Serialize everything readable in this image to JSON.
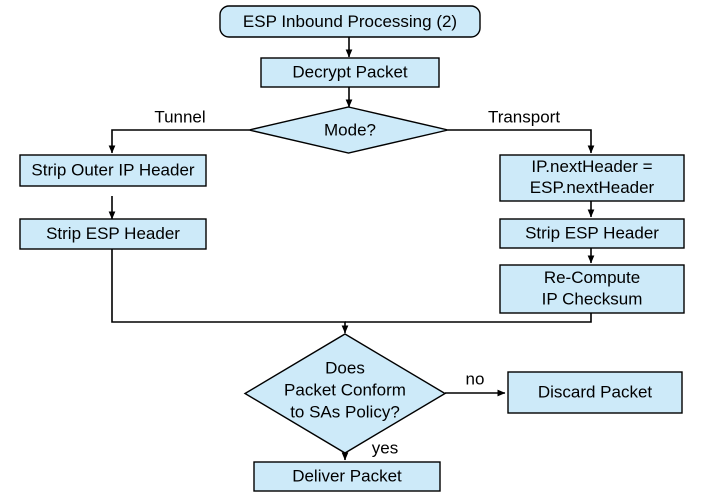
{
  "diagram": {
    "title": "ESP Inbound Processing (2)",
    "type": "flowchart",
    "palette": {
      "node_fill": "#cdeaf9",
      "node_stroke": "#000000",
      "edge_stroke": "#000000",
      "background": "#ffffff",
      "text": "#000000"
    },
    "nodes": [
      {
        "id": "start",
        "shape": "rounded-rectangle",
        "label": "ESP Inbound Processing (2)",
        "lines": [
          "ESP Inbound Processing (2)"
        ]
      },
      {
        "id": "decrypt",
        "shape": "rectangle",
        "label": "Decrypt Packet",
        "lines": [
          "Decrypt Packet"
        ]
      },
      {
        "id": "mode",
        "shape": "diamond",
        "label": "Mode?",
        "lines": [
          "Mode?"
        ]
      },
      {
        "id": "strip-outer-ip",
        "shape": "rectangle",
        "label": "Strip Outer IP Header",
        "lines": [
          "Strip Outer IP Header"
        ]
      },
      {
        "id": "strip-esp-left",
        "shape": "rectangle",
        "label": "Strip ESP Header",
        "lines": [
          "Strip ESP Header"
        ]
      },
      {
        "id": "next-header",
        "shape": "rectangle",
        "label": "IP.nextHeader = ESP.nextHeader",
        "lines": [
          "IP.nextHeader =",
          "ESP.nextHeader"
        ]
      },
      {
        "id": "strip-esp-right",
        "shape": "rectangle",
        "label": "Strip ESP Header",
        "lines": [
          "Strip ESP Header"
        ]
      },
      {
        "id": "recompute-checksum",
        "shape": "rectangle",
        "label": "Re-Compute IP Checksum",
        "lines": [
          "Re-Compute",
          "IP Checksum"
        ]
      },
      {
        "id": "conform",
        "shape": "diamond",
        "label": "Does Packet Conform to SAs Policy?",
        "lines": [
          "Does",
          "Packet Conform",
          "to SAs Policy?"
        ]
      },
      {
        "id": "discard",
        "shape": "rectangle",
        "label": "Discard Packet",
        "lines": [
          "Discard Packet"
        ]
      },
      {
        "id": "deliver",
        "shape": "rectangle",
        "label": "Deliver Packet",
        "lines": [
          "Deliver Packet"
        ]
      }
    ],
    "edge_labels": {
      "tunnel": "Tunnel",
      "transport": "Transport",
      "no": "no",
      "yes": "yes"
    },
    "edges": [
      {
        "from": "start",
        "to": "decrypt",
        "label": ""
      },
      {
        "from": "decrypt",
        "to": "mode",
        "label": ""
      },
      {
        "from": "mode",
        "to": "strip-outer-ip",
        "label": "Tunnel"
      },
      {
        "from": "mode",
        "to": "next-header",
        "label": "Transport"
      },
      {
        "from": "strip-outer-ip",
        "to": "strip-esp-left",
        "label": ""
      },
      {
        "from": "strip-esp-left",
        "to": "conform",
        "label": ""
      },
      {
        "from": "next-header",
        "to": "strip-esp-right",
        "label": ""
      },
      {
        "from": "strip-esp-right",
        "to": "recompute-checksum",
        "label": ""
      },
      {
        "from": "recompute-checksum",
        "to": "conform",
        "label": ""
      },
      {
        "from": "conform",
        "to": "discard",
        "label": "no"
      },
      {
        "from": "conform",
        "to": "deliver",
        "label": "yes"
      }
    ]
  }
}
